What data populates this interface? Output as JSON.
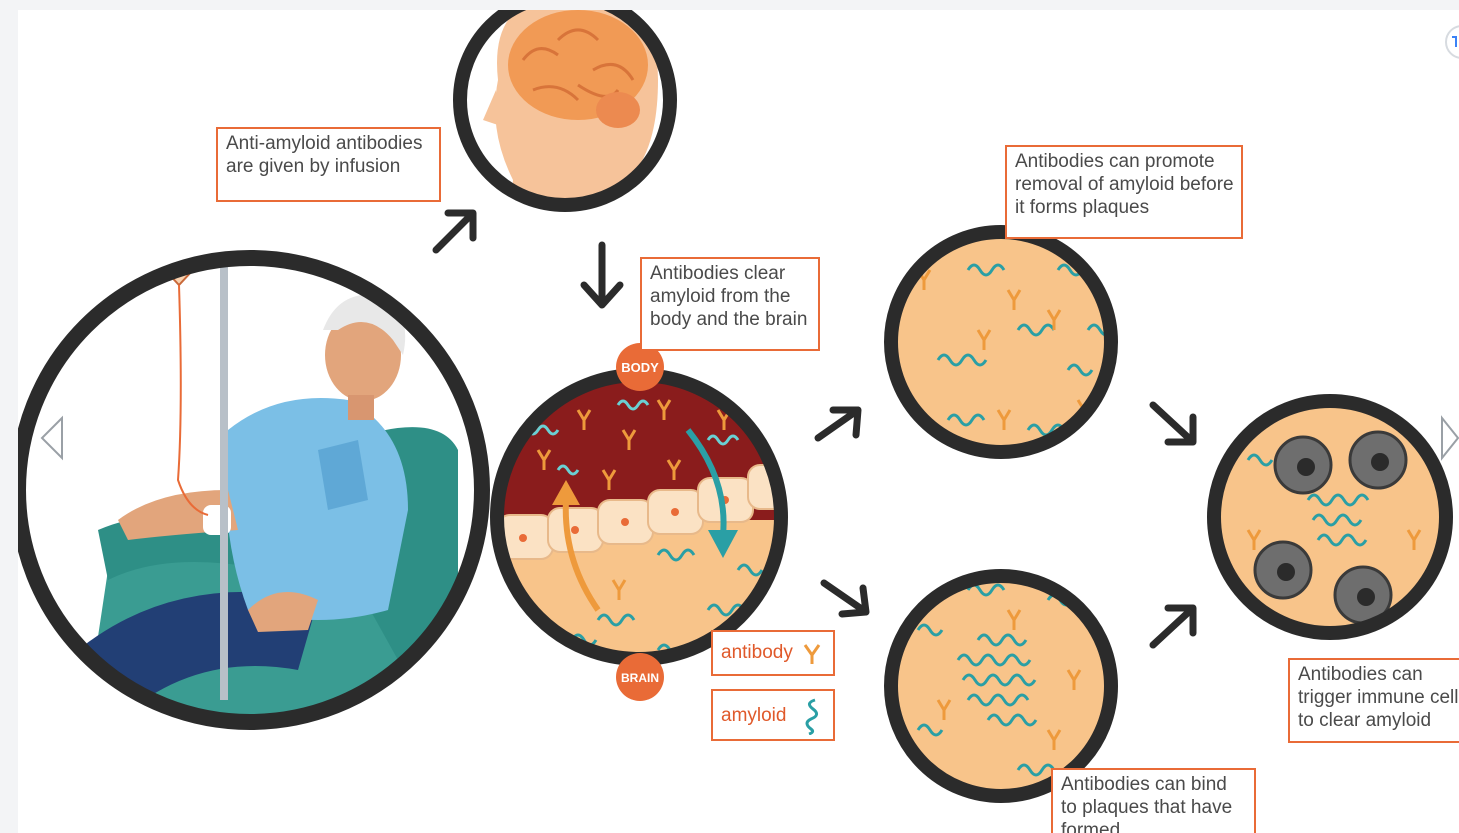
{
  "captions": {
    "infusion": [
      "Anti-amyloid antibodies",
      "are given by infusion"
    ],
    "clear": [
      "Antibodies clear",
      "amyloid from the",
      "body and the brain"
    ],
    "promote": [
      "Antibodies can promote",
      "removal of amyloid before",
      "it forms plaques"
    ],
    "bind": [
      "Antibodies can bind",
      "to plaques that have",
      "formed"
    ],
    "immune": [
      "Antibodies can",
      "trigger immune cells",
      "to clear amyloid"
    ]
  },
  "badges": {
    "body": "BODY",
    "brain": "BRAIN"
  },
  "legend": {
    "antibody": "antibody",
    "amyloid": "amyloid"
  },
  "icons": {
    "prev": "chevron-left-icon",
    "next": "chevron-right-icon",
    "corner": "expand-icon"
  },
  "colors": {
    "accent": "#e96b37",
    "ring": "#2b2b2b",
    "amyloid": "#2a9fa5",
    "antibody": "#ee9a3c",
    "tissue": "#f8c48a",
    "blood": "#8a1c1c"
  }
}
